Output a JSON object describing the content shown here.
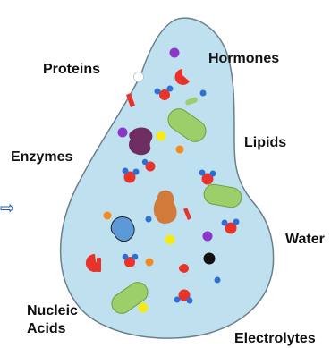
{
  "labels": {
    "proteins": "Proteins",
    "hormones": "Hormones",
    "enzymes": "Enzymes",
    "lipids": "Lipids",
    "water": "Water",
    "nucleic_acids_line1": "Nucleic",
    "nucleic_acids_line2": "Acids",
    "electrolytes": "Electrolytes"
  },
  "arrow_glyph": "⇨",
  "colors": {
    "droplet_fill": "#bfe0ef",
    "droplet_stroke": "#6b7f8c",
    "lipid_green": "#9ccf6a",
    "water_red": "#e8322a",
    "water_blue": "#2d6fd6",
    "purple": "#8b35c9",
    "yellow": "#f4ea19",
    "orange": "#f28a1e",
    "enzyme_purple": "#6e2e62",
    "enzyme_orange": "#d17a3a",
    "enzyme_blue": "#5b9ad6",
    "arrow_blue": "#1f5fbf"
  }
}
